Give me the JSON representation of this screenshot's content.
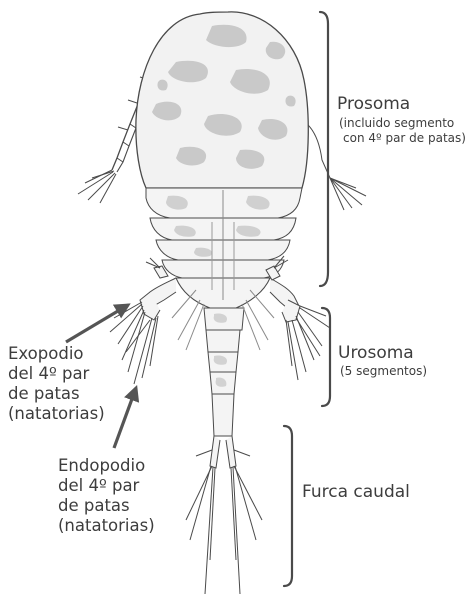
{
  "labels": {
    "prosoma_title": "Prosoma",
    "prosoma_note_1": "(incluido segmento",
    "prosoma_note_2": "con 4º par de patas)",
    "urosoma_title": "Urosoma",
    "urosoma_note": "(5 segmentos)",
    "furca": "Furca caudal",
    "exopodio_1": "Exopodio",
    "exopodio_2": "del 4º par",
    "exopodio_3": "de patas",
    "exopodio_4": "(natatorias)",
    "endopodio_1": "Endopodio",
    "endopodio_2": "del 4º par",
    "endopodio_3": "de patas",
    "endopodio_4": "(natatorias)"
  },
  "colors": {
    "line": "#4a4a4a",
    "body_fill": "#f2f2f2",
    "spot": "#c9c9c9",
    "text": "#3d3d3d"
  }
}
